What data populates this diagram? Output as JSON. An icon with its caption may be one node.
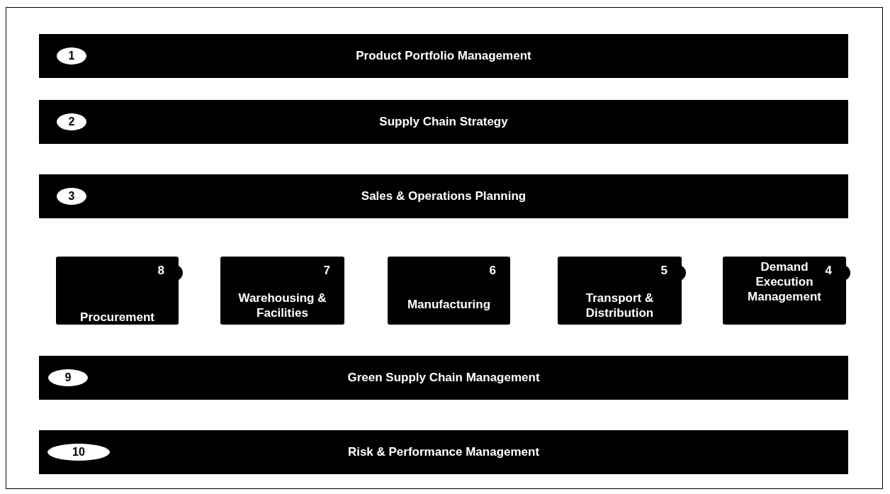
{
  "diagram": {
    "nodes": [
      {
        "text": [
          "1",
          "Product Portfolio Management"
        ]
      },
      {
        "text": [
          "2",
          "Supply Chain Strategy"
        ]
      },
      {
        "text": [
          "3",
          "Sales & Operations Planning"
        ]
      },
      {
        "text": [
          "8",
          "Procurement"
        ]
      },
      {
        "text": [
          "7",
          "Warehousing & Facilities"
        ]
      },
      {
        "text": [
          "6",
          "Manufacturing"
        ]
      },
      {
        "text": [
          "5",
          "Transport & Distribution"
        ]
      },
      {
        "text": [
          "Demand Execution Management",
          "4"
        ]
      },
      {
        "text": [
          "9",
          "Green Supply Chain Management"
        ]
      },
      {
        "text": [
          "10",
          "Risk & Performance Management"
        ]
      }
    ]
  }
}
